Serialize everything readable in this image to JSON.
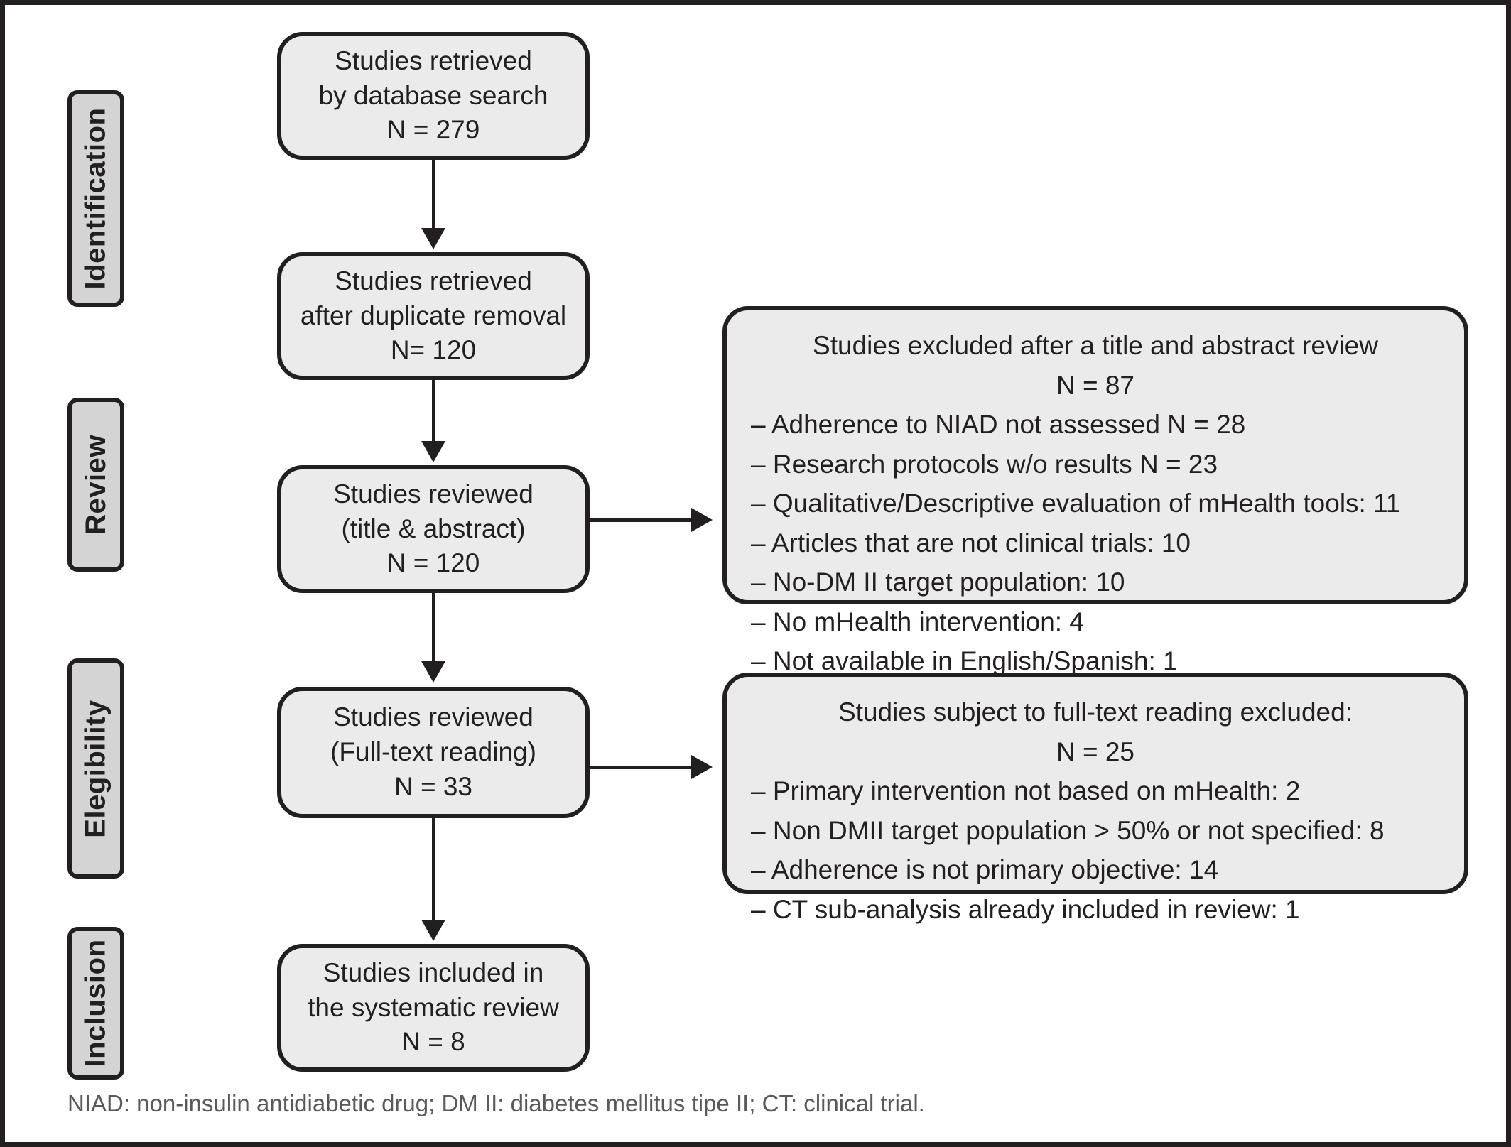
{
  "figure": {
    "type": "prisma-flow-diagram",
    "frame_border_color": "#231f20",
    "box_fill_color": "#ebebeb",
    "stage_fill_color": "#d4d4d4",
    "footnote": "NIAD: non-insulin antidiabetic drug; DM II: diabetes mellitus tipe II; CT: clinical trial."
  },
  "stages": [
    {
      "label": "Identification"
    },
    {
      "label": "Review"
    },
    {
      "label": "Elegibility"
    },
    {
      "label": "Inclusion"
    }
  ],
  "nodes": [
    {
      "id": "retrieved",
      "lines": [
        "Studies retrieved",
        "by database search",
        "N = 279"
      ],
      "count": 279
    },
    {
      "id": "deduplicated",
      "lines": [
        "Studies retrieved",
        "after duplicate removal",
        "N= 120"
      ],
      "count": 120
    },
    {
      "id": "reviewed-title-abstract",
      "lines": [
        "Studies reviewed",
        "(title & abstract)",
        "N = 120"
      ],
      "count": 120
    },
    {
      "id": "reviewed-full-text",
      "lines": [
        "Studies reviewed",
        "(Full-text reading)",
        "N = 33"
      ],
      "count": 33
    },
    {
      "id": "included",
      "lines": [
        "Studies included in",
        "the systematic review",
        "N = 8"
      ],
      "count": 8
    }
  ],
  "exclusions": [
    {
      "id": "excluded-title-abstract",
      "heading": "Studies excluded after a title and abstract review",
      "count_label": "N = 87",
      "count": 87,
      "items": [
        "– Adherence to NIAD not assessed N = 28",
        "– Research protocols w/o results N = 23",
        "– Qualitative/Descriptive evaluation of mHealth tools: 11",
        "– Articles that are not clinical trials: 10",
        "– No-DM II target population: 10",
        "– No mHealth intervention: 4",
        "– Not available in English/Spanish: 1"
      ]
    },
    {
      "id": "excluded-full-text",
      "heading": "Studies subject to full-text reading excluded:",
      "count_label": "N = 25",
      "count": 25,
      "items": [
        "– Primary intervention not based on mHealth: 2",
        "– Non DMII target population > 50% or not specified: 8",
        "– Adherence is not primary objective: 14",
        "– CT sub-analysis already included in review: 1"
      ]
    }
  ]
}
